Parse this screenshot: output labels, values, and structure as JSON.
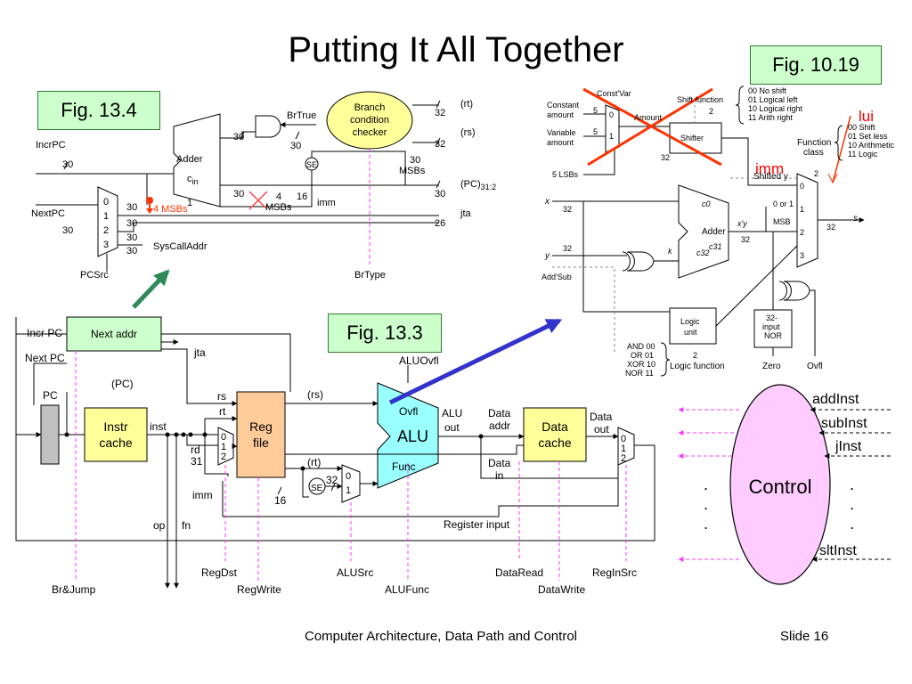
{
  "slide": {
    "title": "Putting It All Together",
    "fig_10_19": "Fig. 10.19",
    "fig_13_4": "Fig. 13.4",
    "fig_13_3": "Fig. 13.3",
    "footer_course": "Computer Architecture, Data Path and Control",
    "footer_slide": "Slide 16"
  },
  "fig_13_4": {
    "branch_checker": [
      "Branch",
      "condition",
      "checker"
    ],
    "brtrue": "BrTrue",
    "rt": "(rt)",
    "rs": "(rs)",
    "pc": "(PC)",
    "pc_sub": "31:2",
    "jta": "jta",
    "incrpc": "IncrPC",
    "nextpc": "NextPC",
    "adder": "Adder",
    "cin": "c",
    "cin_sub": "in",
    "se": "SE",
    "imm": "imm",
    "msbs30": [
      "30",
      "MSBs"
    ],
    "msbs4": "MSBs",
    "red_msbs": "4 MSBs",
    "syscall": "SysCallAddr",
    "pcsrc": "PCSrc",
    "brtype": "BrType",
    "w30": "30",
    "w32": "32",
    "w26": "26",
    "w16": "16",
    "w4": "4",
    "w1": "1",
    "mux_in": [
      "0",
      "1",
      "2",
      "3"
    ]
  },
  "fig_13_3": {
    "incr_pc": "Incr PC",
    "next_addr": "Next addr",
    "next_pc": "Next PC",
    "jta": "jta",
    "pc_paren": "(PC)",
    "pc": "PC",
    "instr_cache": [
      "Instr",
      "cache"
    ],
    "inst": "inst",
    "rs": "rs",
    "rt": "rt",
    "rd": "rd",
    "r31": "31",
    "reg_file": [
      "Reg",
      "file"
    ],
    "rs_paren": "(rs)",
    "rt_paren": "(rt)",
    "imm": "imm",
    "w16": "16",
    "w32": "32",
    "se": "SE",
    "alu": "ALU",
    "ovfl": "Ovfl",
    "func": "Func",
    "alu_ovfl": "ALUOvfl",
    "alu_out": [
      "ALU",
      "out"
    ],
    "data_addr": [
      "Data",
      "addr"
    ],
    "data_in": [
      "Data",
      "in"
    ],
    "data_cache": [
      "Data",
      "cache"
    ],
    "data_out": [
      "Data",
      "out"
    ],
    "register_input": "Register input",
    "op": "op",
    "fn": "fn",
    "ctrl_regdst": "RegDst",
    "ctrl_alusrc": "ALUSrc",
    "ctrl_dataread": "DataRead",
    "ctrl_reginsrc": "RegInSrc",
    "ctrl_brjump": "Br&Jump",
    "ctrl_regwrite": "RegWrite",
    "ctrl_alufunc": "ALUFunc",
    "ctrl_datawrite": "DataWrite",
    "mux3": [
      "0",
      "1",
      "2"
    ],
    "mux2": [
      "0",
      "1"
    ]
  },
  "fig_10_19": {
    "const_var": "Const'Var",
    "shift_function": "Shift function",
    "shift_codes": [
      "00  No shift",
      "01  Logical left",
      "10  Logical right",
      "11  Arith right"
    ],
    "constant_amount": [
      "Constant",
      "amount"
    ],
    "variable_amount": [
      "Variable",
      "amount"
    ],
    "amount": "Amount",
    "shifter": "Shifter",
    "w5": "5",
    "w2": "2",
    "w32": "32",
    "lui": "lui",
    "imm": "imm",
    "function_class": [
      "Function",
      "class"
    ],
    "class_codes": [
      "00  Shift",
      "01  Set less",
      "10  Arithmetic",
      "11  Logic"
    ],
    "shifted_y": "Shifted y",
    "lsbs": "5 LSBs",
    "x": "x",
    "y": "y",
    "k": "k",
    "adder": "Adder",
    "c0": "c0",
    "c32": "c32",
    "c31": "c31",
    "xy": "x'y",
    "zero_or_1": "0 or 1",
    "msb": "MSB",
    "s": "s",
    "add_sub": "Add'Sub",
    "logic_unit": [
      "Logic",
      "unit"
    ],
    "nor32": [
      "32-",
      "input",
      "NOR"
    ],
    "logic_codes": [
      "AND  00",
      "OR  01",
      "XOR  10",
      "NOR  11"
    ],
    "logic_function": "Logic function",
    "zero": "Zero",
    "ovfl": "Ovfl",
    "mux4": [
      "0",
      "1",
      "2",
      "3"
    ],
    "mux2": [
      "0",
      "1"
    ]
  },
  "control": {
    "label": "Control",
    "inputs": [
      "addInst",
      "subInst",
      "jInst",
      "sltInst"
    ],
    "dots": "."
  },
  "colors": {
    "green_box": "#ccffcc",
    "yellow_box": "#ffff99",
    "orange_box": "#ffcc99",
    "cyan_alu": "#99ffff",
    "control_fill": "#ffccff",
    "pc_gray": "#c0c0c0",
    "green_arrow": "#2e8b57",
    "blue_arrow": "#3333cc",
    "red": "#ff0000",
    "magenta": "#ff33ff"
  }
}
